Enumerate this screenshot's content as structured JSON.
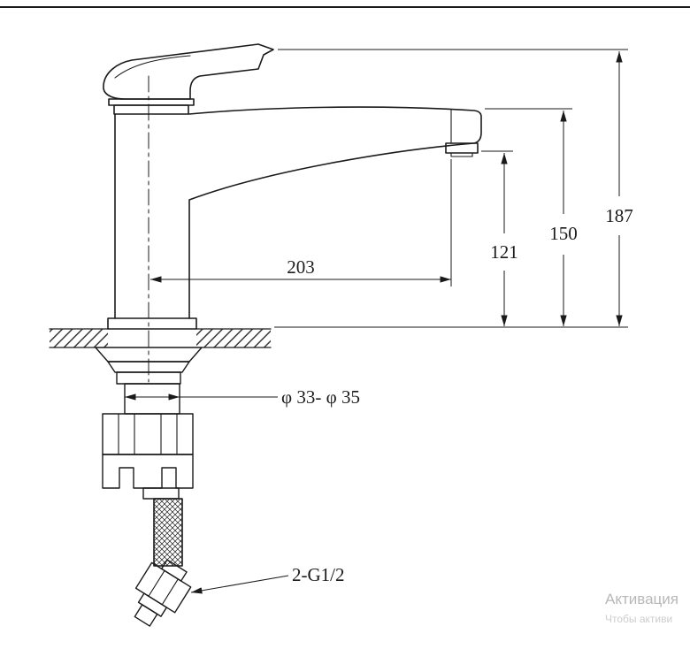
{
  "page": {
    "background_color": "#ffffff",
    "top_rule_color": "#1a1a1a"
  },
  "drawing": {
    "line_color": "#1a1a1a",
    "dim_reach_label": "203",
    "dim_outlet_height_label": "121",
    "dim_spout_height_label": "150",
    "dim_total_height_label": "187",
    "dim_mount_hole_label": "φ 33- φ 35",
    "dim_thread_label": "2-G1/2"
  },
  "watermark": {
    "line1": "Активация",
    "line2": "Чтобы активи",
    "line1_color": "#b8b8b8",
    "line2_color": "#cdcdcd"
  }
}
